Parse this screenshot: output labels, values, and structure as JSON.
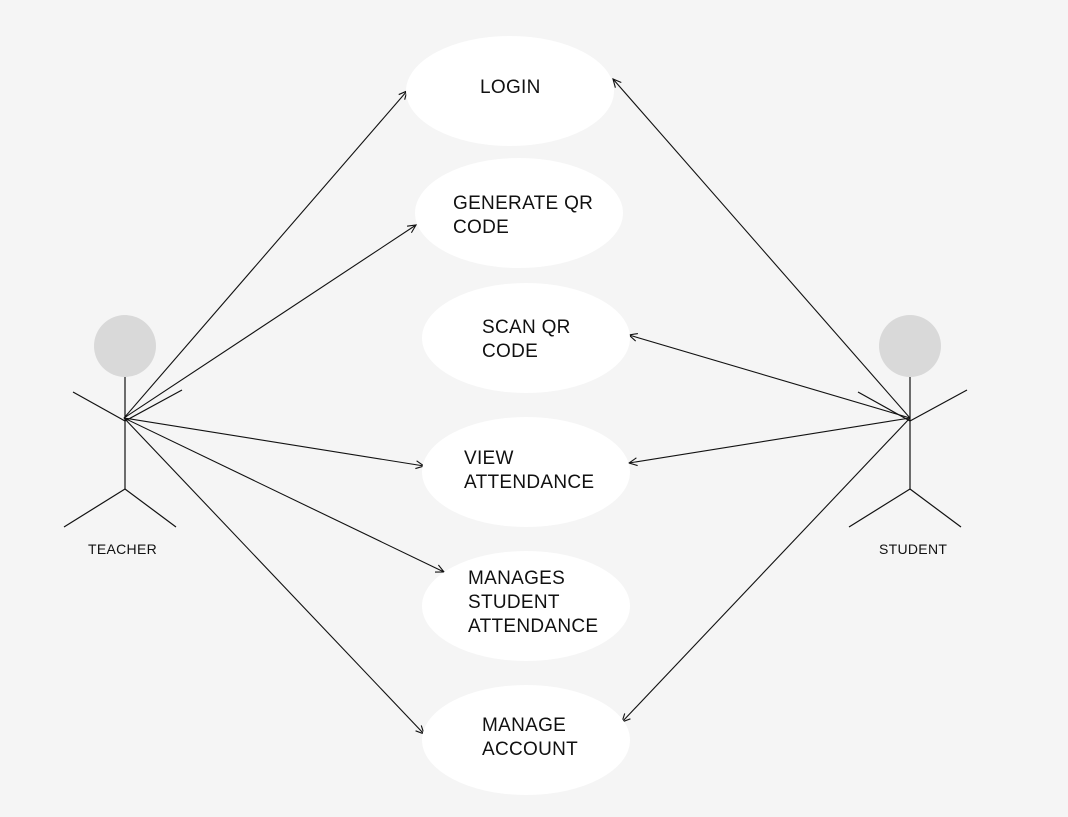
{
  "diagram": {
    "background": "#f5f5f5",
    "ellipse_fill": "#ffffff",
    "actor_head_fill": "#d9d9d9",
    "line_color": "#111111",
    "actors": [
      {
        "id": "teacher",
        "label": "TEACHER"
      },
      {
        "id": "student",
        "label": "STUDENT"
      }
    ],
    "use_cases": [
      {
        "id": "login",
        "lines": [
          "LOGIN"
        ]
      },
      {
        "id": "generate-qr-code",
        "lines": [
          "GENERATE QR",
          "CODE"
        ]
      },
      {
        "id": "scan-qr-code",
        "lines": [
          "SCAN QR",
          "CODE"
        ]
      },
      {
        "id": "view-attendance",
        "lines": [
          "VIEW",
          "ATTENDANCE"
        ]
      },
      {
        "id": "manages-student-attendance",
        "lines": [
          "MANAGES",
          "STUDENT",
          "ATTENDANCE"
        ]
      },
      {
        "id": "manage-account",
        "lines": [
          "MANAGE",
          "ACCOUNT"
        ]
      }
    ],
    "associations": [
      {
        "from": "teacher",
        "to": "login"
      },
      {
        "from": "teacher",
        "to": "generate-qr-code"
      },
      {
        "from": "teacher",
        "to": "view-attendance"
      },
      {
        "from": "teacher",
        "to": "manages-student-attendance"
      },
      {
        "from": "teacher",
        "to": "manage-account"
      },
      {
        "from": "student",
        "to": "login"
      },
      {
        "from": "student",
        "to": "scan-qr-code"
      },
      {
        "from": "student",
        "to": "view-attendance"
      },
      {
        "from": "student",
        "to": "manage-account"
      }
    ]
  }
}
